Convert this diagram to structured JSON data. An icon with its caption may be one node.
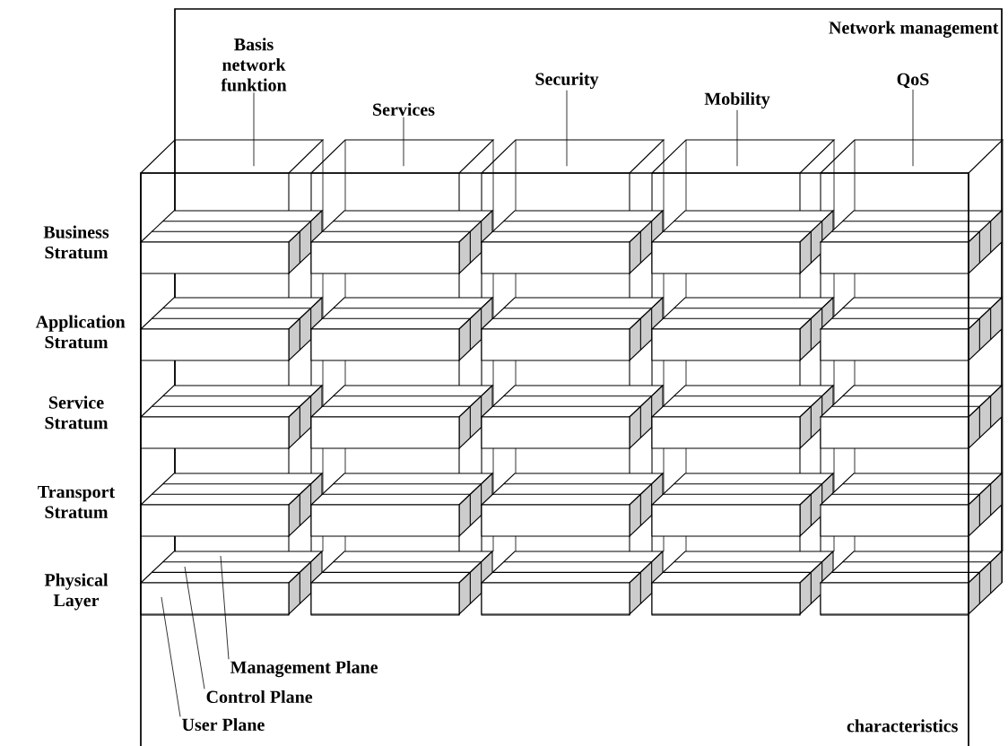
{
  "diagram": {
    "nodes": [
      {
        "text": [
          "Network management"
        ]
      },
      {
        "text": [
          "characteristics"
        ]
      },
      {
        "text": [
          "Basis network funktion"
        ],
        "in": 0
      },
      {
        "text": [
          "Services"
        ],
        "in": 0
      },
      {
        "text": [
          "Security"
        ],
        "in": 0
      },
      {
        "text": [
          "Mobility"
        ],
        "in": 0
      },
      {
        "text": [
          "QoS"
        ],
        "in": 0
      },
      {
        "text": [],
        "shape": "box",
        "in": 1
      },
      {
        "text": [],
        "shape": "box",
        "in": 1
      },
      {
        "text": [],
        "shape": "box",
        "in": 1
      },
      {
        "text": [],
        "shape": "box",
        "in": 1
      },
      {
        "text": [],
        "shape": "box",
        "in": 1
      },
      {
        "text": [
          "Management Plane"
        ],
        "in": 1
      },
      {
        "text": [
          "Control Plane"
        ],
        "in": 1
      },
      {
        "text": [
          "User Plane"
        ],
        "in": 1
      }
    ],
    "edges": [
      {
        "from": 2,
        "to": 7,
        "arrow": "none"
      },
      {
        "from": 3,
        "to": 8,
        "arrow": "none"
      },
      {
        "from": 4,
        "to": 9,
        "arrow": "none"
      },
      {
        "from": 5,
        "to": 10,
        "arrow": "none"
      },
      {
        "from": 6,
        "to": 11,
        "arrow": "none"
      },
      {
        "from": 12,
        "to": 7,
        "arrow": "none"
      },
      {
        "from": 13,
        "to": 7,
        "arrow": "none"
      },
      {
        "from": 14,
        "to": 7,
        "arrow": "none"
      }
    ],
    "labels": [
      "Business Stratum",
      "Application Stratum",
      "Service Stratum",
      "Transport Stratum",
      "Physical Layer"
    ]
  }
}
